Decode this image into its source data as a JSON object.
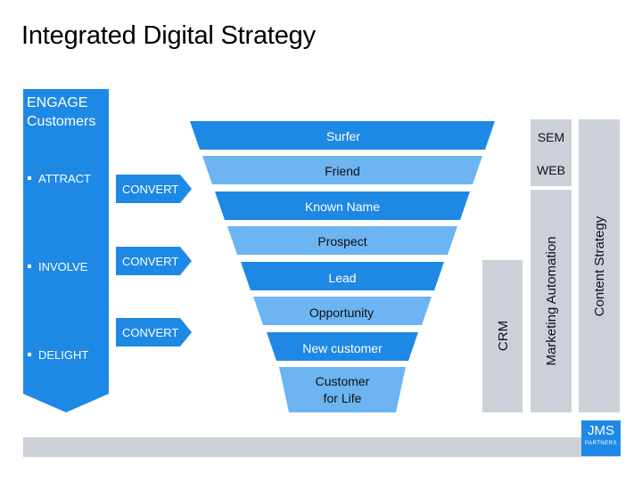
{
  "title": "Integrated Digital Strategy",
  "engage": {
    "line1": "ENGAGE",
    "line2": "Customers",
    "bullets": [
      "ATTRACT",
      "INVOLVE",
      "DELIGHT"
    ]
  },
  "convert": [
    "CONVERT",
    "CONVERT",
    "CONVERT"
  ],
  "funnel": [
    "Surfer",
    "Friend",
    "Known Name",
    "Prospect",
    "Lead",
    "Opportunity",
    "New customer",
    "Customer for Life"
  ],
  "funnel_last": [
    "Customer",
    "for Life"
  ],
  "side": {
    "sem": "SEM",
    "web": "WEB",
    "crm": "CRM",
    "marketing_automation": "Marketing Automation",
    "content_strategy": "Content Strategy"
  },
  "logo": {
    "main": "JMS",
    "sub": "PARTNERS"
  },
  "colors": {
    "dark_blue": "#1e88e5",
    "light_blue": "#6cb4f2",
    "gray": "#ccd1d9"
  }
}
